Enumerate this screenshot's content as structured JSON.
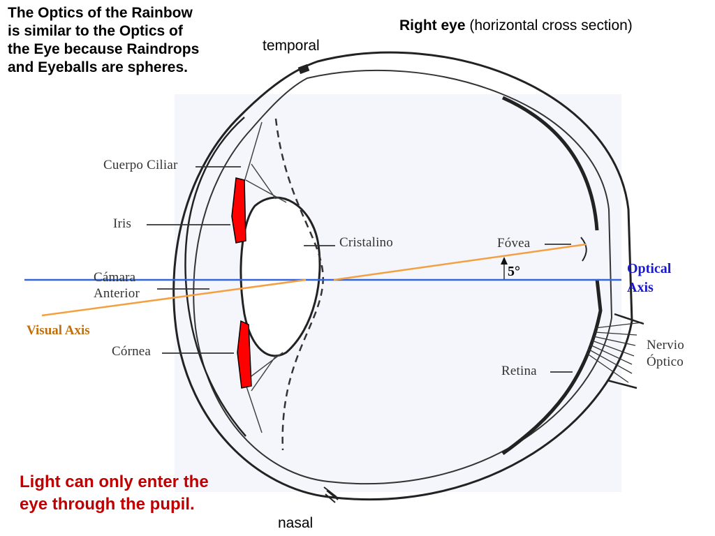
{
  "intro_lines": [
    "The Optics of the Rainbow",
    "is similar to the Optics of",
    "the Eye because Raindrops",
    "and Eyeballs are spheres."
  ],
  "title": {
    "bold": "Right eye",
    "rest": "(horizontal cross section)"
  },
  "orientation": {
    "top": "temporal",
    "bottom": "nasal"
  },
  "labels": {
    "ciliary_body": "Cuerpo Ciliar",
    "iris": "Iris",
    "lens": "Cristalino",
    "anterior_chamber_1": "Cámara",
    "anterior_chamber_2": "Anterior",
    "cornea": "Córnea",
    "fovea": "Fóvea",
    "retina": "Retina",
    "optic_nerve_1": "Nervio",
    "optic_nerve_2": "Óptico"
  },
  "axes": {
    "optical_line1": "Optical",
    "optical_line2": "Axis",
    "visual": "Visual Axis",
    "angle": "5°"
  },
  "footnote_lines": [
    "Light can only enter the",
    "eye through the pupil."
  ],
  "colors": {
    "optical_axis": "#3366dd",
    "visual_axis": "#f4a040",
    "iris_fill": "#ff0000",
    "footnote": "#c00000",
    "optical_label": "#1a1acc",
    "visual_label": "#c07010"
  }
}
